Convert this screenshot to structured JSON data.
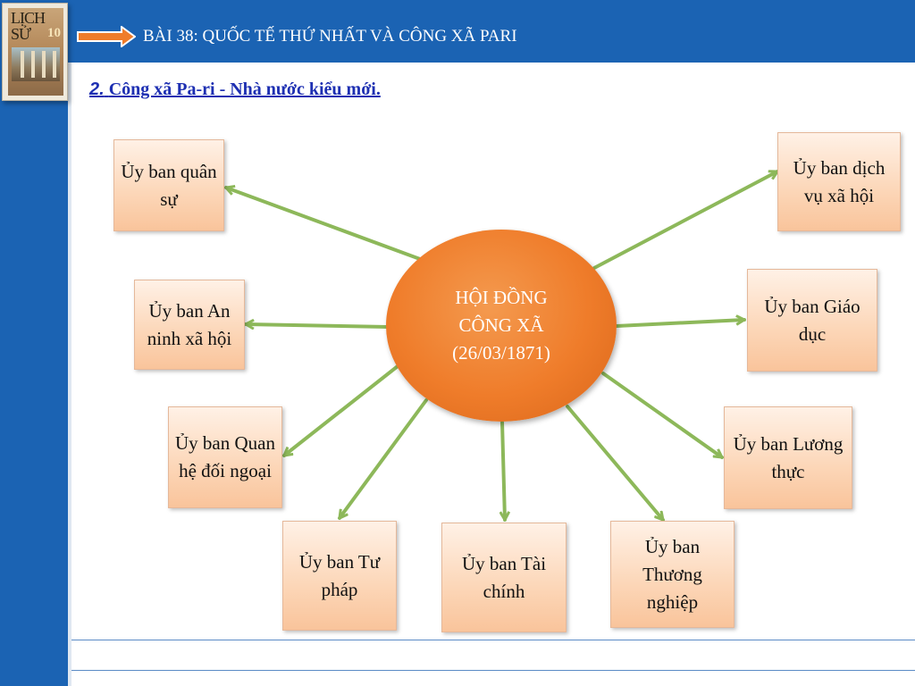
{
  "header": {
    "title": "BÀI 38: QUỐC TẾ THỨ NHẤT VÀ CÔNG XÃ PARI",
    "book_title": "LỊCH SỬ",
    "book_number": "10"
  },
  "section": {
    "number": "2.",
    "heading": "Công xã Pa-ri - Nhà nước kiểu mới."
  },
  "diagram": {
    "center": {
      "line1": "HỘI ĐỒNG",
      "line2": "CÔNG XÃ",
      "line3": "(26/03/1871)"
    },
    "nodes": {
      "quan_su": "Ủy ban quân sự",
      "an_ninh": "Ủy ban An ninh xã hội",
      "doi_ngoai": "Ủy ban Quan hệ đối ngoại",
      "tu_phap": "Ủy ban Tư pháp",
      "tai_chinh": "Ủy ban Tài chính",
      "thuong_nghiep": "Ủy ban Thương nghiệp",
      "luong_thuc": "Ủy ban Lương thực",
      "giao_duc": "Ủy ban Giáo dục",
      "dich_vu": "Ủy ban dịch vụ xã hội"
    }
  },
  "colors": {
    "header_bar": "#1b63b3",
    "center_fill": "#ef7c2a",
    "node_fill": "#fcd6b7",
    "connector": "#8db85a",
    "subtitle": "#1d2fb2"
  }
}
